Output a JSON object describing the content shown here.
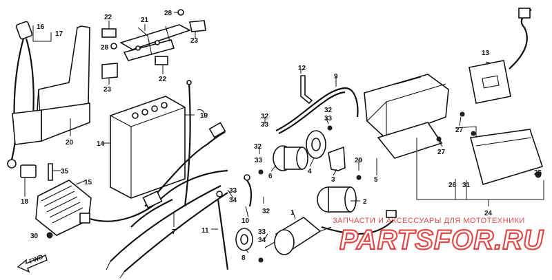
{
  "callouts": {
    "c1": "1",
    "c2": "2",
    "c3": "3",
    "c4": "4",
    "c5": "5",
    "c6": "6",
    "c7": "7",
    "c8": "8",
    "c9": "9",
    "c10": "10",
    "c11": "11",
    "c12": "12",
    "c13": "13",
    "c14": "14",
    "c15": "15",
    "c16": "16",
    "c17": "17",
    "c18": "18",
    "c19": "19",
    "c20": "20",
    "c21": "21",
    "c22a": "22",
    "c22b": "22",
    "c23a": "23",
    "c23b": "23",
    "c24": "24",
    "c25": "25",
    "c26": "26",
    "c27a": "27",
    "c27b": "27",
    "c28a": "28",
    "c28b": "28",
    "c29": "29",
    "c30": "30",
    "c31": "31",
    "c32a": "32",
    "c32b": "32",
    "c32c": "32",
    "c32d": "32",
    "c33a": "33",
    "c33b": "33",
    "c33c": "33",
    "c33d": "33",
    "c33e": "33",
    "c34a": "34",
    "c34b": "34",
    "c35": "35"
  },
  "fwd_label": "FWD",
  "watermark": {
    "caption": "ЗАПЧАСТИ И АКСЕССУАРЫ ДЛЯ МОТОТЕХНИКИ",
    "logo": "PARTSFOR.RU",
    "color": "#e04848"
  }
}
